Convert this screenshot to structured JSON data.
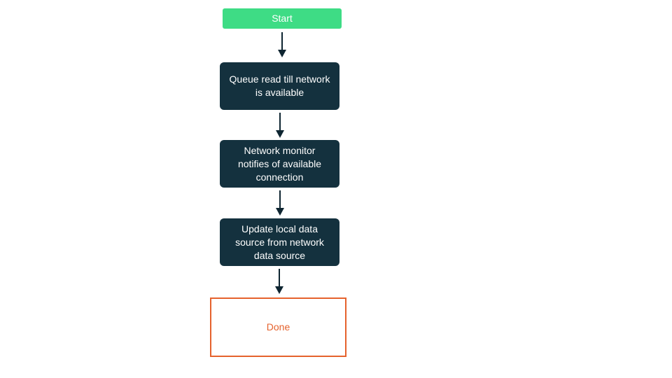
{
  "diagram": {
    "type": "flowchart",
    "direction": "top-down",
    "nodes": [
      {
        "id": "start",
        "type": "start",
        "label": "Start"
      },
      {
        "id": "queue",
        "type": "process",
        "label": "Queue read till network is available"
      },
      {
        "id": "monitor",
        "type": "process",
        "label": "Network monitor notifies of available connection"
      },
      {
        "id": "update",
        "type": "process",
        "label": "Update local data source from network data source"
      },
      {
        "id": "done",
        "type": "end",
        "label": "Done"
      }
    ],
    "edges": [
      {
        "from": "start",
        "to": "queue"
      },
      {
        "from": "queue",
        "to": "monitor"
      },
      {
        "from": "monitor",
        "to": "update"
      },
      {
        "from": "update",
        "to": "done"
      }
    ],
    "colors": {
      "start_fill": "#3edc85",
      "process_fill": "#14313e",
      "node_text_light": "#ffffff",
      "end_border": "#e5622d",
      "end_text": "#e5622d",
      "arrow": "#0e2531",
      "background": "#ffffff"
    }
  }
}
